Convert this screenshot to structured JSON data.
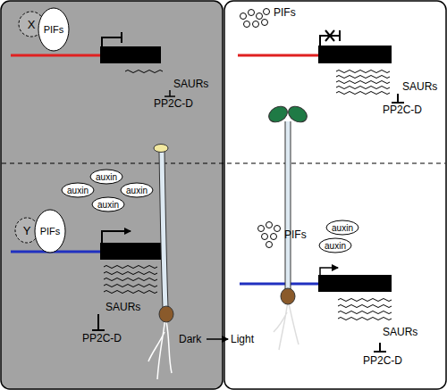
{
  "diagram": {
    "nodes": [
      {
        "text": [
          "X"
        ]
      },
      {
        "text": [
          "PIFs"
        ]
      },
      {
        "text": [
          "auxin"
        ]
      },
      {
        "text": [
          "auxin"
        ]
      },
      {
        "text": [
          "auxin"
        ]
      },
      {
        "text": [
          "auxin"
        ]
      },
      {
        "text": [
          "Y"
        ]
      },
      {
        "text": [
          "PIFs"
        ]
      },
      {
        "text": [
          "auxin"
        ]
      },
      {
        "text": [
          "auxin"
        ]
      }
    ],
    "labels": [
      "SAURs",
      "PP2C-D",
      "SAURs",
      "PP2C-D",
      "PIFs",
      "SAURs",
      "PP2C-D",
      "PIFs",
      "SAURs",
      "PP2C-D",
      "Dark",
      "Light"
    ]
  }
}
